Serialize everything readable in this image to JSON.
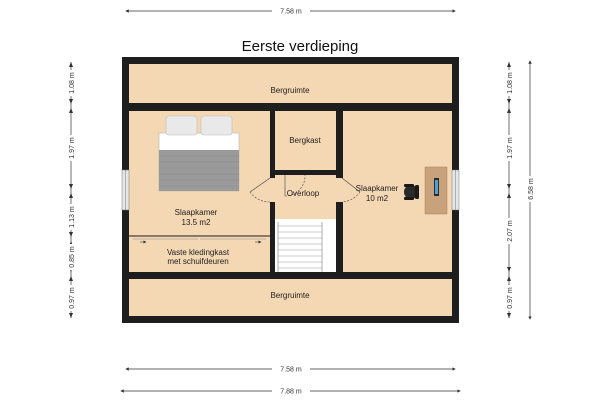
{
  "title": "Eerste verdieping",
  "dimensions": {
    "top": "7.58 m",
    "bottom_inner": "7.58 m",
    "bottom_outer": "7.88 m",
    "left": [
      "1.08 m",
      "1.97 m",
      "1.13 m",
      "0.85 m",
      "0.97 m"
    ],
    "right": [
      "1.08 m",
      "1.97 m",
      "2.07 m",
      "0.97 m"
    ],
    "right_total": "6.58 m"
  },
  "rooms": {
    "bergruimte_top": "Bergruimte",
    "bergruimte_bottom": "Bergruimte",
    "bergkast": "Bergkast",
    "overloop": "Overloop",
    "slaapkamer_left": {
      "name": "Slaapkamer",
      "area": "13.5 m2"
    },
    "slaapkamer_right": {
      "name": "Slaapkamer",
      "area": "10 m2"
    },
    "kledingkast": {
      "line1": "Vaste kledingkast",
      "line2": "met schuifdeuren"
    }
  },
  "colors": {
    "floor": "#f4d7b3",
    "wall": "#1e1e1e",
    "window": "#e6e6e6",
    "bed_cover": "#9a9a9a",
    "pillow": "#e9e9e9",
    "desk": "#c8a27a",
    "chair": "#2a2a2a",
    "screen": "#4aa3d9"
  },
  "icons": [
    "double-bed-icon",
    "desk-icon",
    "office-chair-icon",
    "staircase-icon",
    "swing-door-icon"
  ]
}
